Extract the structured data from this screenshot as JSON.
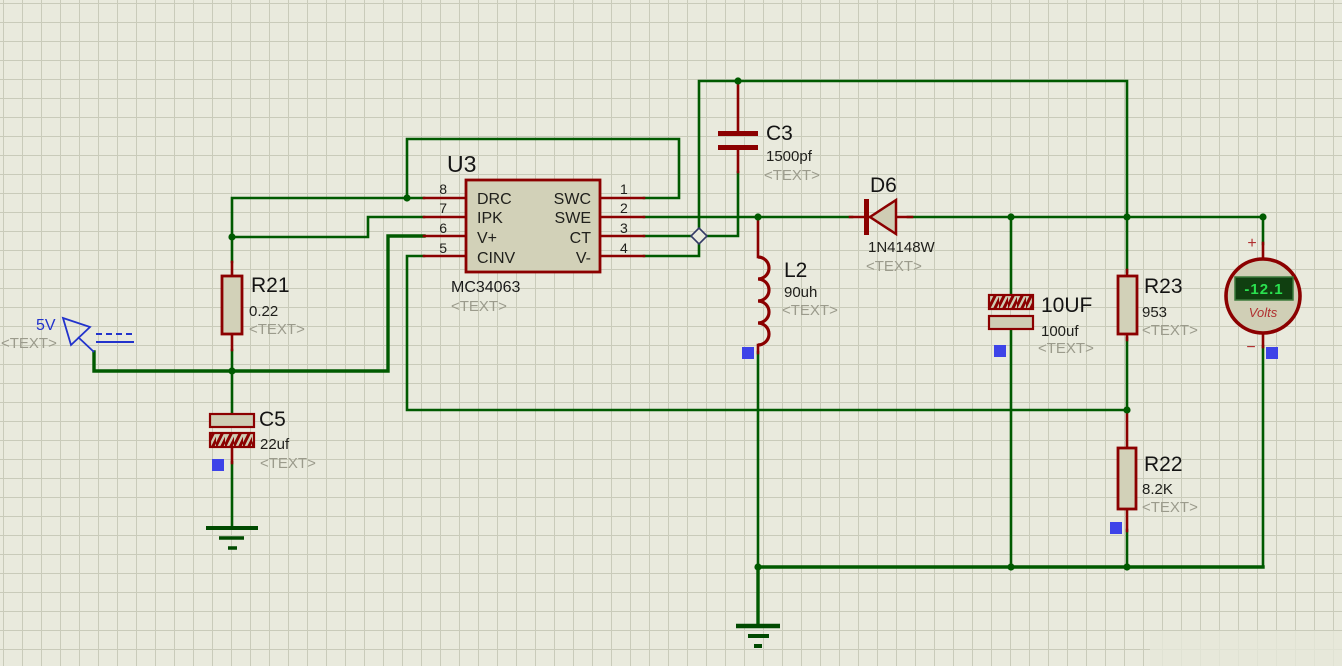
{
  "app": {
    "type": "schematic-editor-sheet"
  },
  "colors": {
    "wire_green": "#005a00",
    "component_red": "#8b0000",
    "component_fill": "#d2d1b8",
    "selection_blue": "#3d43e8",
    "terminal_blue": "#2233cc",
    "display_bg": "#103f10",
    "display_text": "#2ae14f",
    "placeholder_text": "#9b9b8c"
  },
  "components": {
    "power5v": {
      "label": "5V",
      "placeholder": "<TEXT>"
    },
    "r21": {
      "ref": "R21",
      "value": "0.22",
      "placeholder": "<TEXT>"
    },
    "c5": {
      "ref": "C5",
      "value": "22uf",
      "placeholder": "<TEXT>"
    },
    "u3": {
      "ref": "U3",
      "part": "MC34063",
      "placeholder": "<TEXT>",
      "left_pins": [
        {
          "num": "8",
          "name": "DRC"
        },
        {
          "num": "7",
          "name": "IPK"
        },
        {
          "num": "6",
          "name": "V+"
        },
        {
          "num": "5",
          "name": "CINV"
        }
      ],
      "right_pins": [
        {
          "num": "1",
          "name": "SWC"
        },
        {
          "num": "2",
          "name": "SWE"
        },
        {
          "num": "3",
          "name": "CT"
        },
        {
          "num": "4",
          "name": "V-"
        }
      ]
    },
    "c3": {
      "ref": "C3",
      "value": "1500pf",
      "placeholder": "<TEXT>"
    },
    "d6": {
      "ref": "D6",
      "value": "1N4148W",
      "placeholder": "<TEXT>"
    },
    "l2": {
      "ref": "L2",
      "value": "90uh",
      "placeholder": "<TEXT>"
    },
    "c_out": {
      "ref": "10UF",
      "value": "100uf",
      "placeholder": "<TEXT>"
    },
    "r23": {
      "ref": "R23",
      "value": "953",
      "placeholder": "<TEXT>"
    },
    "r22": {
      "ref": "R22",
      "value": "8.2K",
      "placeholder": "<TEXT>"
    },
    "voltmeter": {
      "reading": "-12.1",
      "unit": "Volts",
      "plus_label": "+",
      "minus_label": "−"
    }
  }
}
